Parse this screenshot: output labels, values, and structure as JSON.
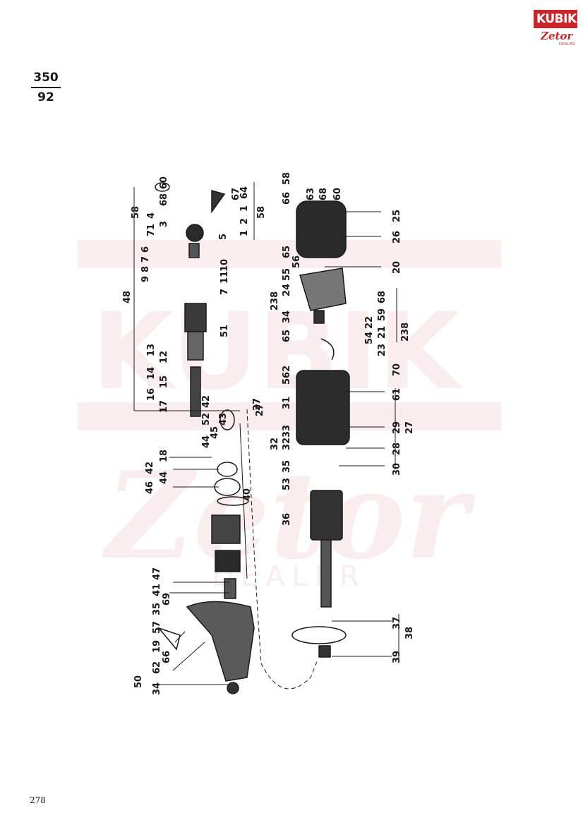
{
  "logo": {
    "brand": "KUBIK",
    "sub": "Zetor",
    "sub2": "DEALER"
  },
  "page_ref": {
    "numerator": "350",
    "denominator": "92"
  },
  "page_number": "278",
  "watermark": {
    "brand": "KUBIK",
    "sub": "Zetor",
    "sub2": "DEALER"
  },
  "callouts": {
    "left_column": [
      "34",
      "62",
      "19",
      "57",
      "35",
      "41",
      "47"
    ],
    "left_column_b": [
      "66",
      "69"
    ],
    "left_group_mid": [
      "46",
      "42",
      "44",
      "18",
      "44",
      "45",
      "43",
      "52",
      "42"
    ],
    "left_top": [
      "58",
      "4",
      "3",
      "68",
      "60",
      "71",
      "6",
      "7",
      "8",
      "9",
      "5",
      "1",
      "2",
      "1",
      "67",
      "64",
      "58"
    ],
    "left_upper_mid": [
      "48",
      "11",
      "10",
      "7",
      "13",
      "12",
      "14",
      "15",
      "16",
      "17",
      "51"
    ],
    "group_labels": [
      "50",
      "40",
      "27",
      "27"
    ],
    "right_top": [
      "66",
      "58",
      "63",
      "68",
      "60",
      "25",
      "26",
      "20",
      "65",
      "56",
      "55",
      "24",
      "23",
      "34",
      "65",
      "22",
      "21",
      "59",
      "68",
      "54",
      "23",
      "238",
      "238"
    ],
    "right_mid": [
      "562",
      "31",
      "32",
      "33",
      "32",
      "30",
      "28",
      "29",
      "27",
      "61",
      "70"
    ],
    "right_lower": [
      "53",
      "35",
      "36",
      "37",
      "38",
      "39"
    ]
  }
}
